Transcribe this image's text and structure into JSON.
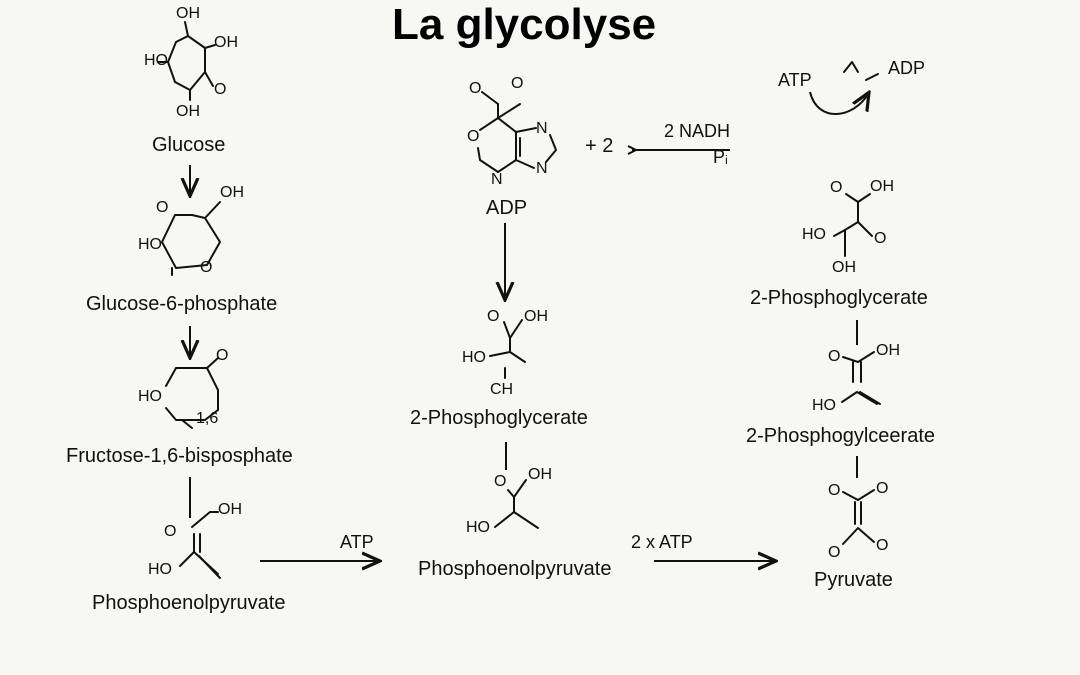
{
  "title": "La glycolyse",
  "molecules": {
    "glucose": "Glucose",
    "g6p": "Glucose-6-phosphate",
    "f16bp": "Fructose-1,6-bisposphate",
    "pep_left": "Phosphoenolpyruvate",
    "adp": "ADP",
    "pg_mid": "2-Phosphoglycerate",
    "pep_mid": "Phosphoenolpyruvate",
    "pg_right": "2-Phosphoglycerate",
    "pg_right2": "2-Phosphogylceerate",
    "pyruvate": "Pyruvate"
  },
  "reaction_labels": {
    "atp_bottom": "ATP",
    "two_atp": "2 x ATP",
    "plus_two": "+ 2",
    "nadh": "2 NADH",
    "pi": "Pᵢ",
    "atp_top": "ATP",
    "adp_top": "ADP"
  },
  "atoms": {
    "glucose": [
      "OH",
      "OH",
      "HO",
      "O",
      "OH"
    ],
    "g6p": [
      "O",
      "OH",
      "HO",
      "O"
    ],
    "f16bp": [
      "O",
      "HO",
      "1,6"
    ],
    "pep_left": [
      "OH",
      "O",
      "HO"
    ],
    "adp_struct": [
      "O",
      "O",
      "N",
      "O",
      "N",
      "N"
    ],
    "pg_mid": [
      "O",
      "OH",
      "HO",
      "CH"
    ],
    "pep_mid": [
      "O",
      "OH",
      "HO"
    ],
    "pg_right": [
      "O",
      "OH",
      "HO",
      "O",
      "OH"
    ],
    "pg_right2": [
      "O",
      "OH",
      "HO"
    ],
    "pyruvate": [
      "O",
      "O",
      "O",
      "O"
    ]
  }
}
